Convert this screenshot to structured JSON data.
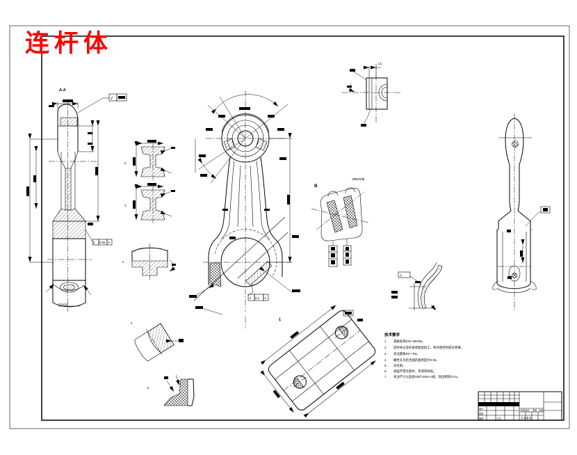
{
  "colors": {
    "background": "#ffffff",
    "line": "#000000",
    "title_red": "#ff0000"
  },
  "title": {
    "text": "连杆体"
  },
  "section_labels": {
    "aa": "A-A",
    "b_detail": "B",
    "fillet_detail": "X",
    "part_1": "1",
    "part_2": "2",
    "part_3": "3",
    "part_4": "4",
    "part_5": "5",
    "part_6": "6"
  },
  "dims": {
    "top_detail_dim": "1.5"
  },
  "annotations": {
    "surface_mark": "√",
    "bottom_mark_note": "打标记处",
    "side_vertical_note": "螺栓孔配作",
    "fcf_main": {
      "sym": "⌖",
      "tol": "0.1",
      "datum": "A"
    },
    "fcf_left": {
      "sym": "∥",
      "tol": "0.05",
      "datum": "A"
    }
  },
  "notes": {
    "title": "技术要求",
    "items": [
      {
        "no": "1.",
        "text": "调质处理220~250HB。"
      },
      {
        "no": "2.",
        "text": "连杆体与连杆盖装配后加工，拆开使用时成对更换。"
      },
      {
        "no": "3.",
        "text": "未注圆角R2～R3。"
      },
      {
        "no": "4.",
        "text": "螺栓孔对结合面的垂直度为0.05。"
      },
      {
        "no": "5.",
        "text": "去毛刺。"
      },
      {
        "no": "6.",
        "text": "表面不得有裂纹、夹渣等缺陷。"
      },
      {
        "no": "7.",
        "text": "未注尺寸公差按GB/T1804-m级，锐边倒钝C0.5。"
      }
    ]
  },
  "title_block": {
    "designer": "设计",
    "checker": "校核",
    "reviewer": "审核",
    "process": "工艺",
    "stage": "阶段标记",
    "weight": "重量",
    "scale": "比例",
    "sheet": "共 张 第 张"
  }
}
